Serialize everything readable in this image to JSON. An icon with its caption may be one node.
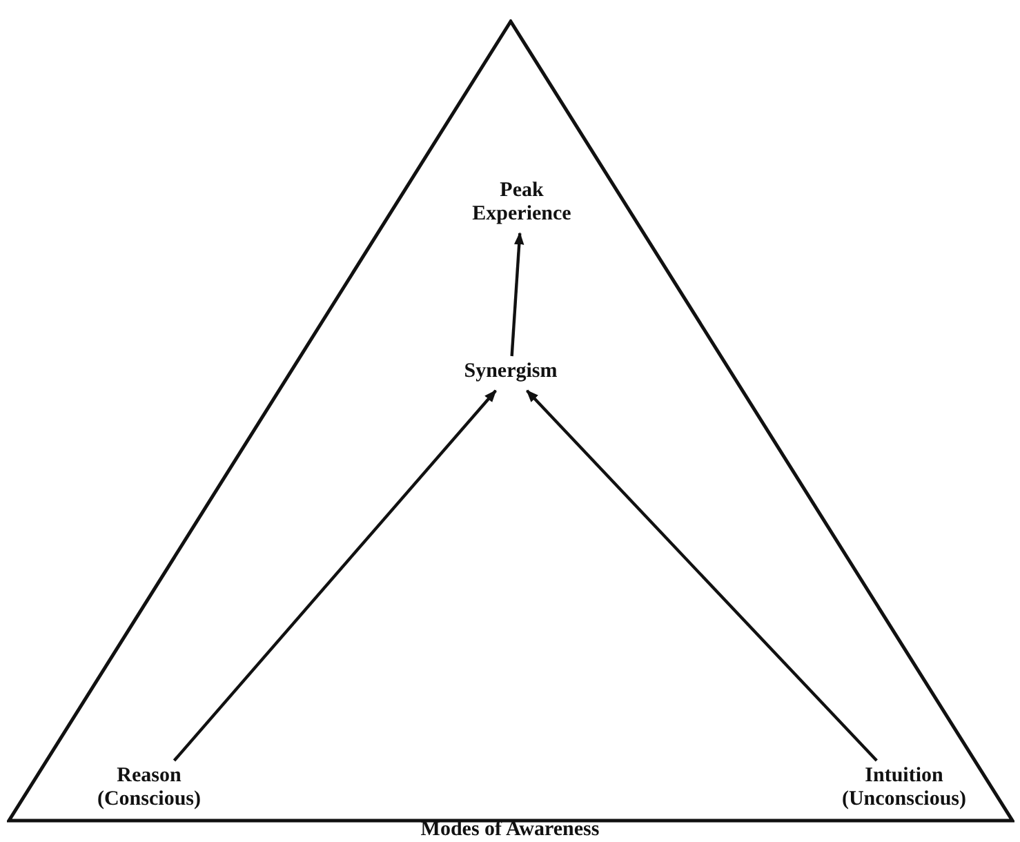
{
  "diagram": {
    "caption": "Modes of Awareness",
    "nodes": [
      {
        "text": [],
        "shape": "triangle"
      },
      {
        "text": [
          "Peak Experience"
        ],
        "in": 0
      },
      {
        "text": [
          "Synergism"
        ],
        "in": 0
      },
      {
        "text": [
          "Reason (Conscious)"
        ],
        "in": 0
      },
      {
        "text": [
          "Intuition (Unconscious)"
        ],
        "in": 0
      }
    ],
    "edges": [
      {
        "from": 2,
        "to": 1,
        "arrow": "to"
      },
      {
        "from": 3,
        "to": 2,
        "arrow": "to"
      },
      {
        "from": 4,
        "to": 2,
        "arrow": "to"
      }
    ]
  }
}
